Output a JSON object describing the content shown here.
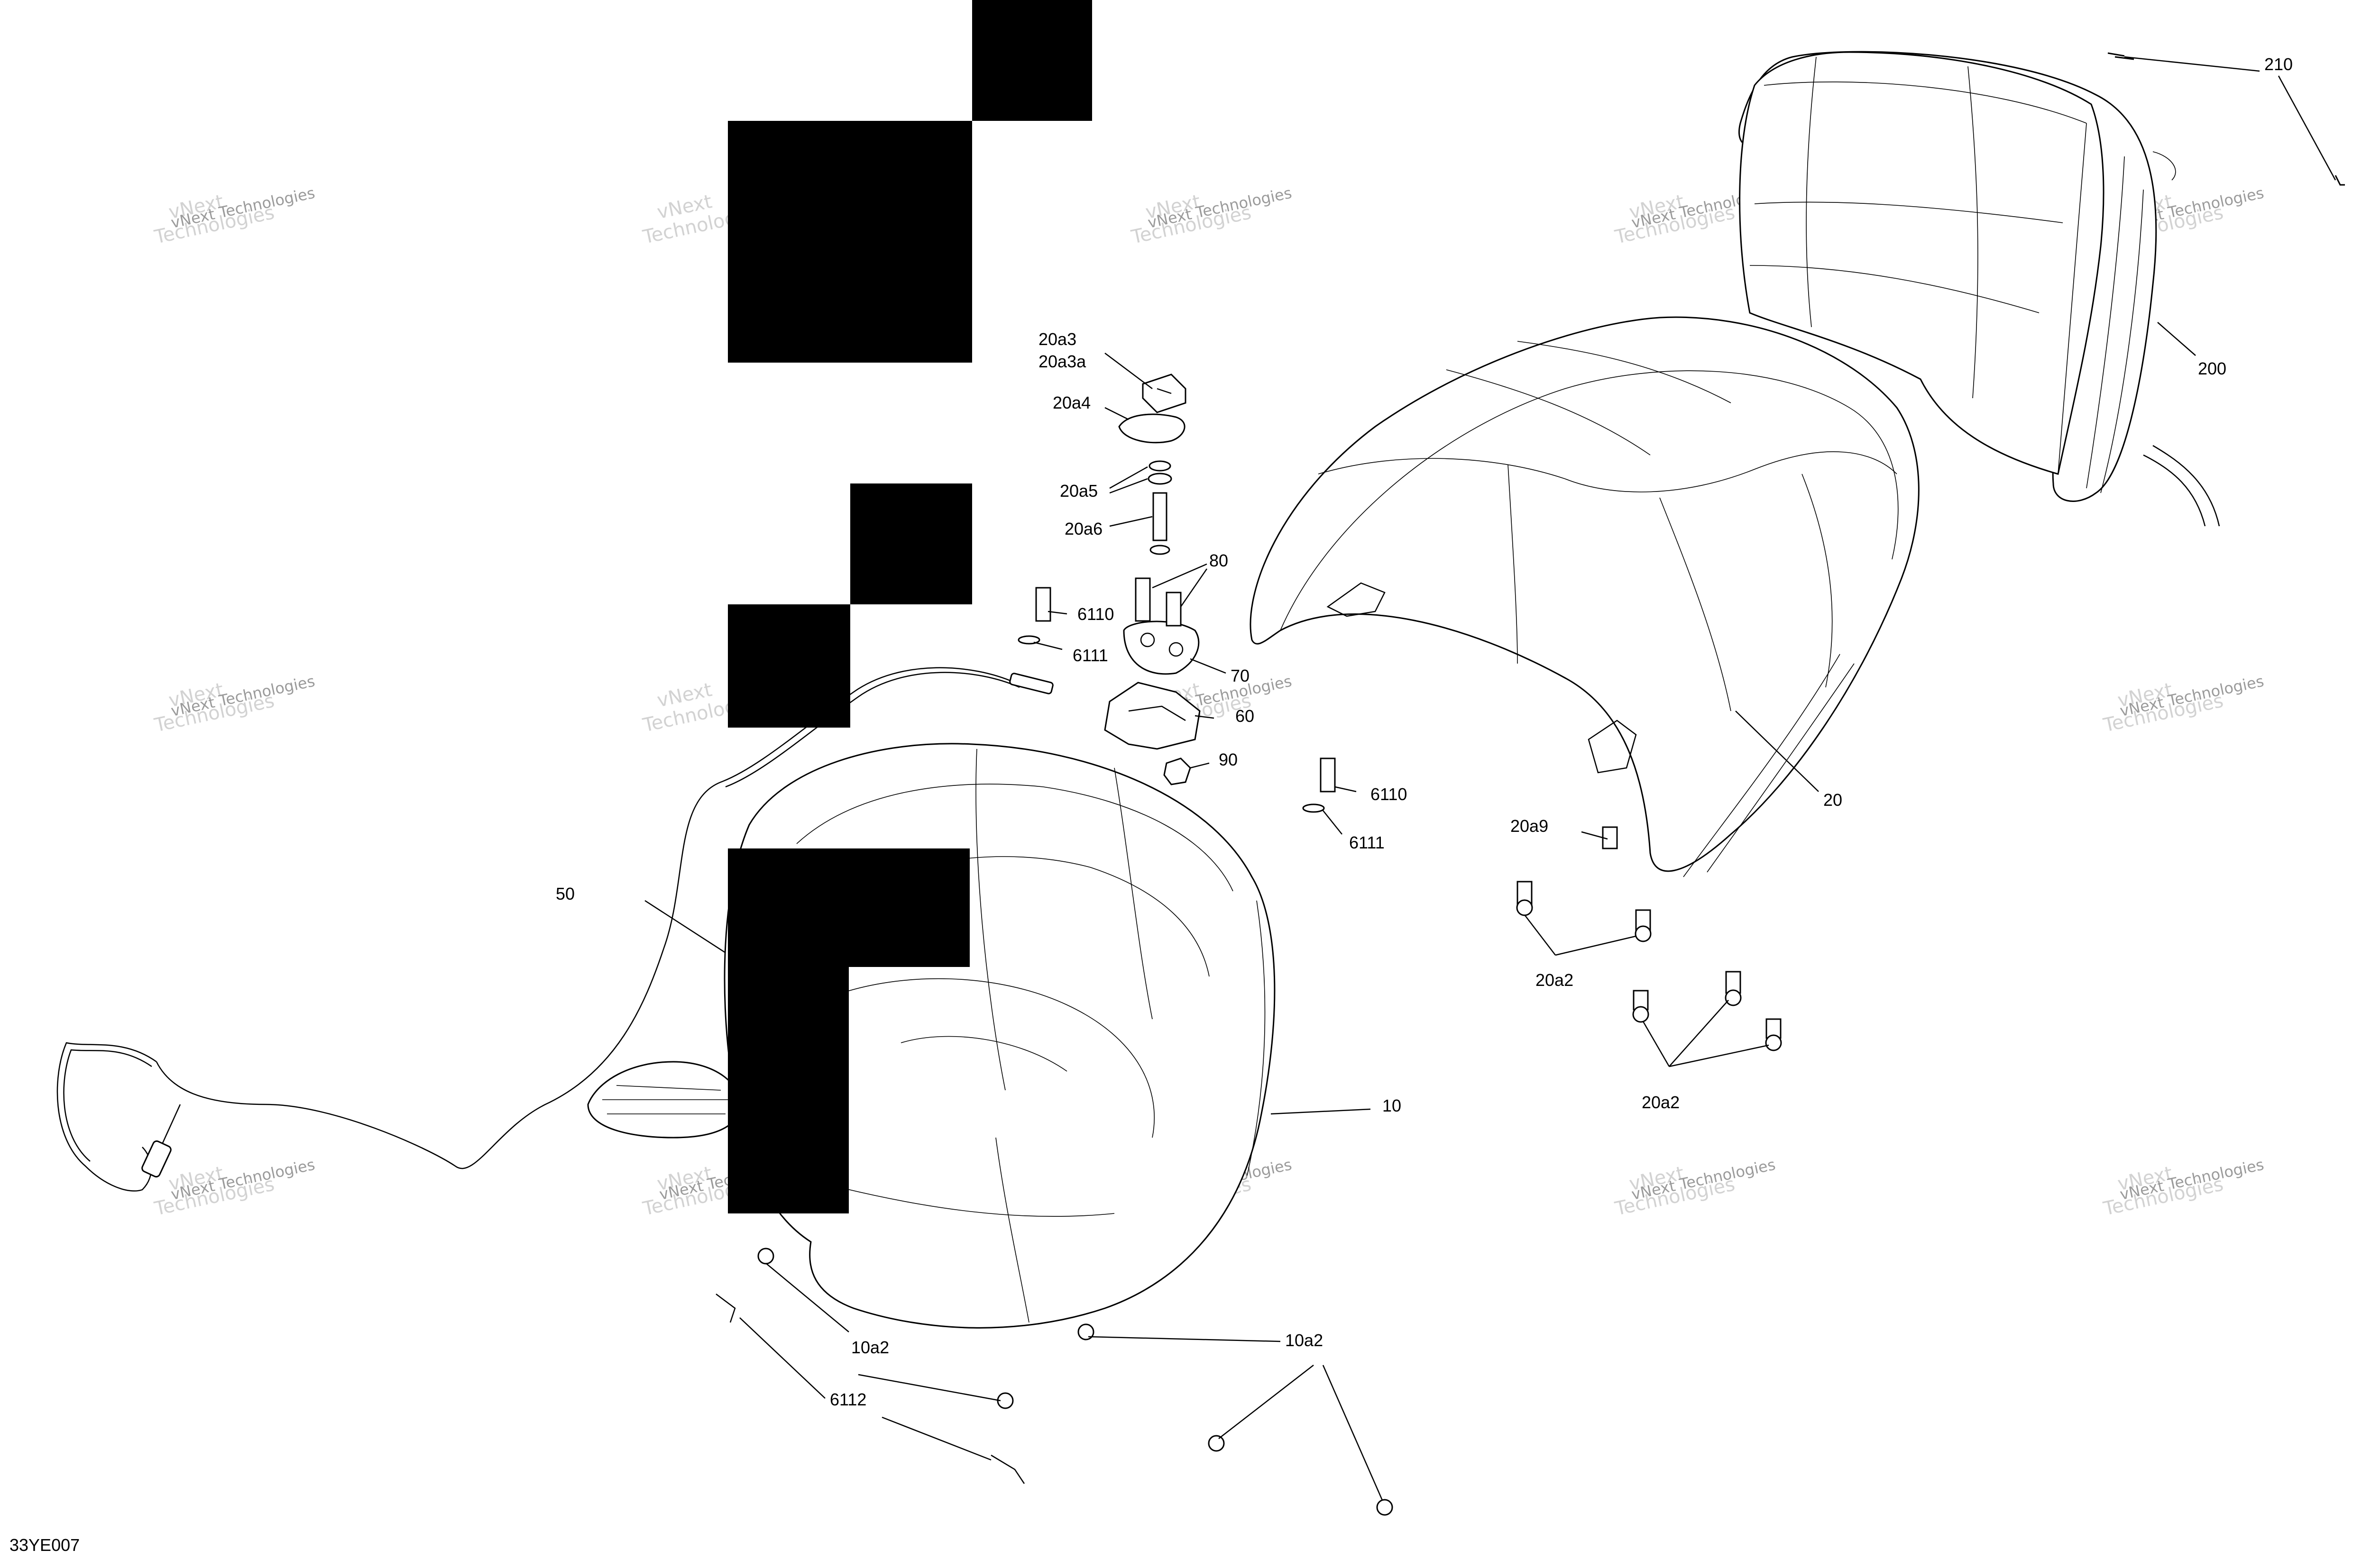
{
  "watermark": {
    "line1": "vNext",
    "line2": "Technologies",
    "small": "vNext Technologies"
  },
  "diagram_code": "33YE007",
  "callouts": {
    "c210": "210",
    "c200": "200",
    "c20": "20",
    "c20a3": "20a3",
    "c20a3a": "20a3a",
    "c20a4": "20a4",
    "c20a5": "20a5",
    "c20a6": "20a6",
    "c80": "80",
    "c6110a": "6110",
    "c6111a": "6111",
    "c70": "70",
    "c60": "60",
    "c90": "90",
    "c6110b": "6110",
    "c6111b": "6111",
    "c20a9": "20a9",
    "c20a2a": "20a2",
    "c20a2b": "20a2",
    "c50": "50",
    "c10": "10",
    "c10a2a": "10a2",
    "c10a2b": "10a2",
    "c6112": "6112"
  },
  "colors": {
    "ink": "#000000",
    "watermark": "#d2d2d2",
    "background": "#ffffff"
  }
}
